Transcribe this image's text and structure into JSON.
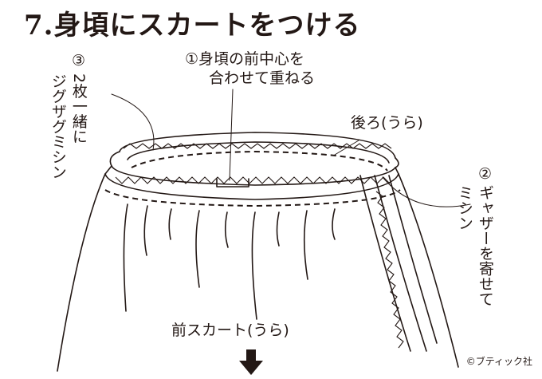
{
  "title": "7.身頃にスカートをつける",
  "labels": {
    "step1_line1": "①身頃の前中心を",
    "step1_line2": "合わせて重ねる",
    "back": "後ろ(うら)",
    "step3_num": "③",
    "step3_col1": "2枚一緒に",
    "step3_col2": "ジグザグミシン",
    "step2_num": "②",
    "step2_col1": "ギャザーを寄せて",
    "step2_col2": "ミシン",
    "front_skirt": "前スカート(うら)"
  },
  "copyright": "©ブティック社",
  "icons": {
    "arrow": "arrow-down-icon"
  },
  "colors": {
    "ink": "#231815",
    "background": "#ffffff"
  }
}
